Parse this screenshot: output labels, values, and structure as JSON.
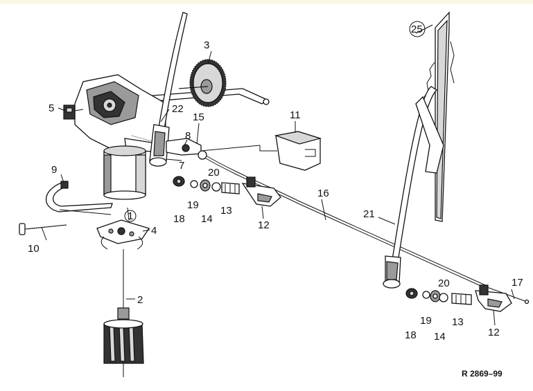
{
  "diagram": {
    "reference_code": "R 2869–99",
    "callouts": [
      {
        "id": "c1",
        "text": "1"
      },
      {
        "id": "c2",
        "text": "2"
      },
      {
        "id": "c3",
        "text": "3"
      },
      {
        "id": "c4",
        "text": "4"
      },
      {
        "id": "c5",
        "text": "5"
      },
      {
        "id": "c7",
        "text": "7"
      },
      {
        "id": "c8",
        "text": "8"
      },
      {
        "id": "c9",
        "text": "9"
      },
      {
        "id": "c10",
        "text": "10"
      },
      {
        "id": "c11",
        "text": "11"
      },
      {
        "id": "c12a",
        "text": "12"
      },
      {
        "id": "c12b",
        "text": "12"
      },
      {
        "id": "c13a",
        "text": "13"
      },
      {
        "id": "c13b",
        "text": "13"
      },
      {
        "id": "c14a",
        "text": "14"
      },
      {
        "id": "c14b",
        "text": "14"
      },
      {
        "id": "c15",
        "text": "15"
      },
      {
        "id": "c16",
        "text": "16"
      },
      {
        "id": "c17",
        "text": "17"
      },
      {
        "id": "c18a",
        "text": "18"
      },
      {
        "id": "c18b",
        "text": "18"
      },
      {
        "id": "c19a",
        "text": "19"
      },
      {
        "id": "c19b",
        "text": "19"
      },
      {
        "id": "c20a",
        "text": "20"
      },
      {
        "id": "c20b",
        "text": "20"
      },
      {
        "id": "c21",
        "text": "21"
      },
      {
        "id": "c22",
        "text": "22"
      },
      {
        "id": "c25",
        "text": "25"
      }
    ]
  }
}
